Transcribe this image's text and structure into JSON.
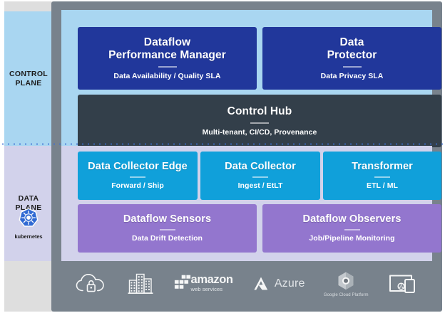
{
  "diagram": {
    "planes": [
      {
        "id": "control-plane",
        "label": "CONTROL\nPLANE"
      },
      {
        "id": "data-plane",
        "label": "DATA\nPLANE"
      }
    ],
    "runtime_badge": {
      "icon": "kubernetes-icon",
      "label": "kubernetes"
    },
    "control_plane_cards": [
      {
        "id": "dataflow-performance-manager",
        "title": "Dataflow\nPerformance Manager",
        "subtitle": "Data Availability / Quality SLA",
        "color": "#21379b"
      },
      {
        "id": "data-protector",
        "title": "Data\nProtector",
        "subtitle": "Data Privacy SLA",
        "color": "#21379b"
      },
      {
        "id": "control-hub",
        "title": "Control Hub",
        "subtitle": "Multi-tenant, CI/CD, Provenance",
        "color": "#333f4a"
      }
    ],
    "data_plane_cards": [
      {
        "id": "data-collector-edge",
        "title": "Data Collector Edge",
        "subtitle": "Forward / Ship",
        "color": "#10a0da"
      },
      {
        "id": "data-collector",
        "title": "Data Collector",
        "subtitle": "Ingest / EtLT",
        "color": "#10a0da"
      },
      {
        "id": "transformer",
        "title": "Transformer",
        "subtitle": "ETL / ML",
        "color": "#10a0da"
      },
      {
        "id": "dataflow-sensors",
        "title": "Dataflow Sensors",
        "subtitle": "Data Drift Detection",
        "color": "#9376ce"
      },
      {
        "id": "dataflow-observers",
        "title": "Dataflow Observers",
        "subtitle": "Job/Pipeline Monitoring",
        "color": "#9376ce"
      }
    ],
    "platforms": [
      {
        "id": "private-cloud",
        "icon": "cloud-lock-icon",
        "label": ""
      },
      {
        "id": "on-premises",
        "icon": "buildings-icon",
        "label": ""
      },
      {
        "id": "aws",
        "icon": "aws-icon",
        "label": "amazon",
        "sublabel": "web services"
      },
      {
        "id": "azure",
        "icon": "azure-icon",
        "label": "Azure"
      },
      {
        "id": "gcp",
        "icon": "google-cloud-icon",
        "label": "Google Cloud Platform"
      },
      {
        "id": "edge-devices",
        "icon": "devices-icon",
        "label": ""
      }
    ],
    "colors": {
      "frame": "#78828c",
      "control_plane_bg": "#a9d6f1",
      "data_plane_bg": "#d2d2eb",
      "navy": "#21379b",
      "slate": "#333f4a",
      "cyan": "#10a0da",
      "purple": "#9376ce",
      "divider_dots": "#3b6fd4"
    }
  }
}
